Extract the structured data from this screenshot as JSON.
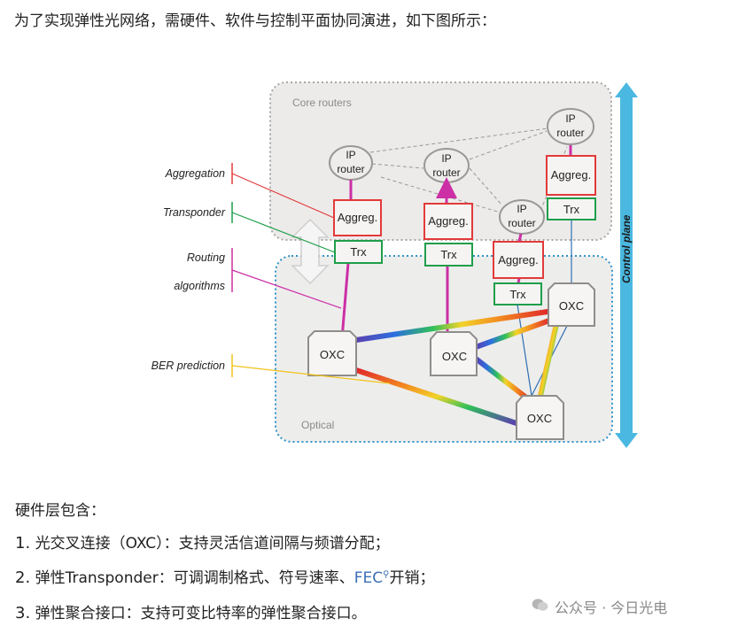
{
  "intro": "为了实现弹性光网络，需硬件、软件与控制平面协同演进，如下图所示：",
  "figure": {
    "core_label": "Core routers",
    "optical_label": "Optical",
    "control_plane": "Control plane",
    "left_labels": {
      "aggregation": "Aggregation",
      "transponder": "Transponder",
      "routing1": "Routing",
      "routing2": "algorithms",
      "ber": "BER prediction"
    },
    "routers": [
      {
        "line1": "IP",
        "line2": "router"
      },
      {
        "line1": "IP",
        "line2": "router"
      },
      {
        "line1": "IP",
        "line2": "router"
      },
      {
        "line1": "IP",
        "line2": "router"
      }
    ],
    "aggreg_label": "Aggreg.",
    "trx_label": "Trx",
    "oxc_label": "OXC"
  },
  "hardware_title": "硬件层包含：",
  "items": [
    {
      "num": "1.",
      "text": "光交叉连接（OXC）：支持灵活信道间隔与频谱分配；"
    },
    {
      "num": "2.",
      "text_a": "弹性Transponder：可调调制格式、符号速率、",
      "link": "FEC",
      "text_b": "开销；"
    },
    {
      "num": "3.",
      "text": "弹性聚合接口：支持可变比特率的弹性聚合接口。"
    }
  ],
  "watermark": "公众号 · 今日光电",
  "colors": {
    "aggreg": "#e23a3a",
    "trx": "#1f9e4a",
    "control": "#4ab8e0",
    "magenta": "#cc2fa6"
  }
}
